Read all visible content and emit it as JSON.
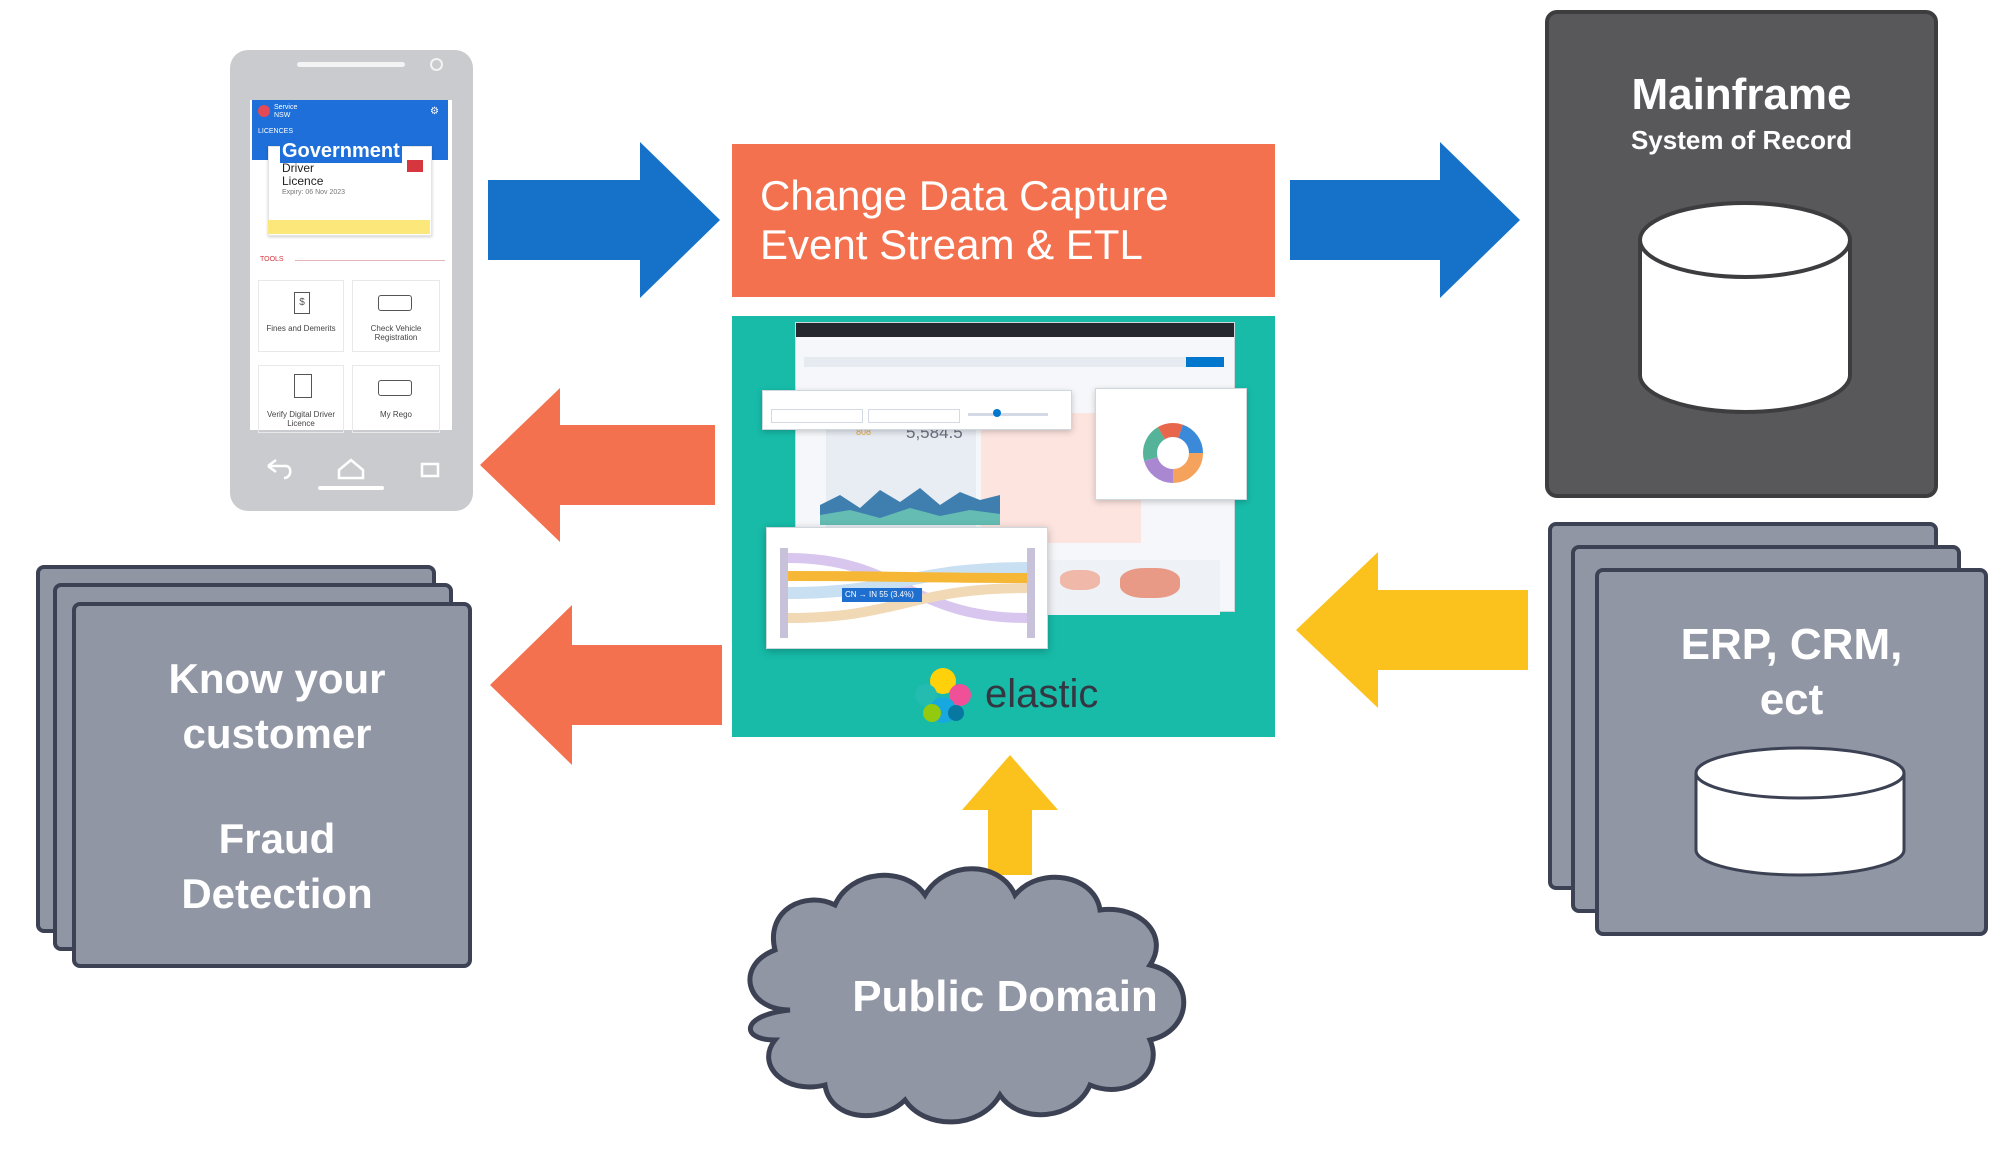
{
  "cdc": {
    "line1": "Change Data Capture",
    "line2": "Event Stream & ETL",
    "color": "#f4714f"
  },
  "mainframe": {
    "title": "Mainframe",
    "subtitle": "System of Record",
    "color": "#58585a"
  },
  "erp": {
    "line1": "ERP, CRM,",
    "line2": "ect",
    "color": "#9196a4"
  },
  "kyc": {
    "line1": "Know your",
    "line2": "customer",
    "line3": "Fraud",
    "line4": "Detection"
  },
  "public_domain": {
    "label": "Public Domain",
    "color": "#9196a4"
  },
  "elastic": {
    "brand": "elastic",
    "panel_color": "#17bba8",
    "dashboard_value": "5,584.5",
    "dashboard_value_small": "808",
    "tooltip": "CN → IN 55 (3.4%)"
  },
  "phone_app": {
    "brand": "Service NSW",
    "section": "LICENCES",
    "card_title": "Government",
    "card_line1": "Driver",
    "card_line2": "Licence",
    "card_expiry": "Expiry: 06 Nov 2023",
    "tools_label": "TOOLS",
    "tools": [
      "Fines and Demerits",
      "Check Vehicle Registration",
      "Verify Digital Driver Licence",
      "My Rego"
    ]
  },
  "arrows": {
    "blue": "#1672c9",
    "orange": "#f4714f",
    "yellow": "#fbc21e"
  }
}
